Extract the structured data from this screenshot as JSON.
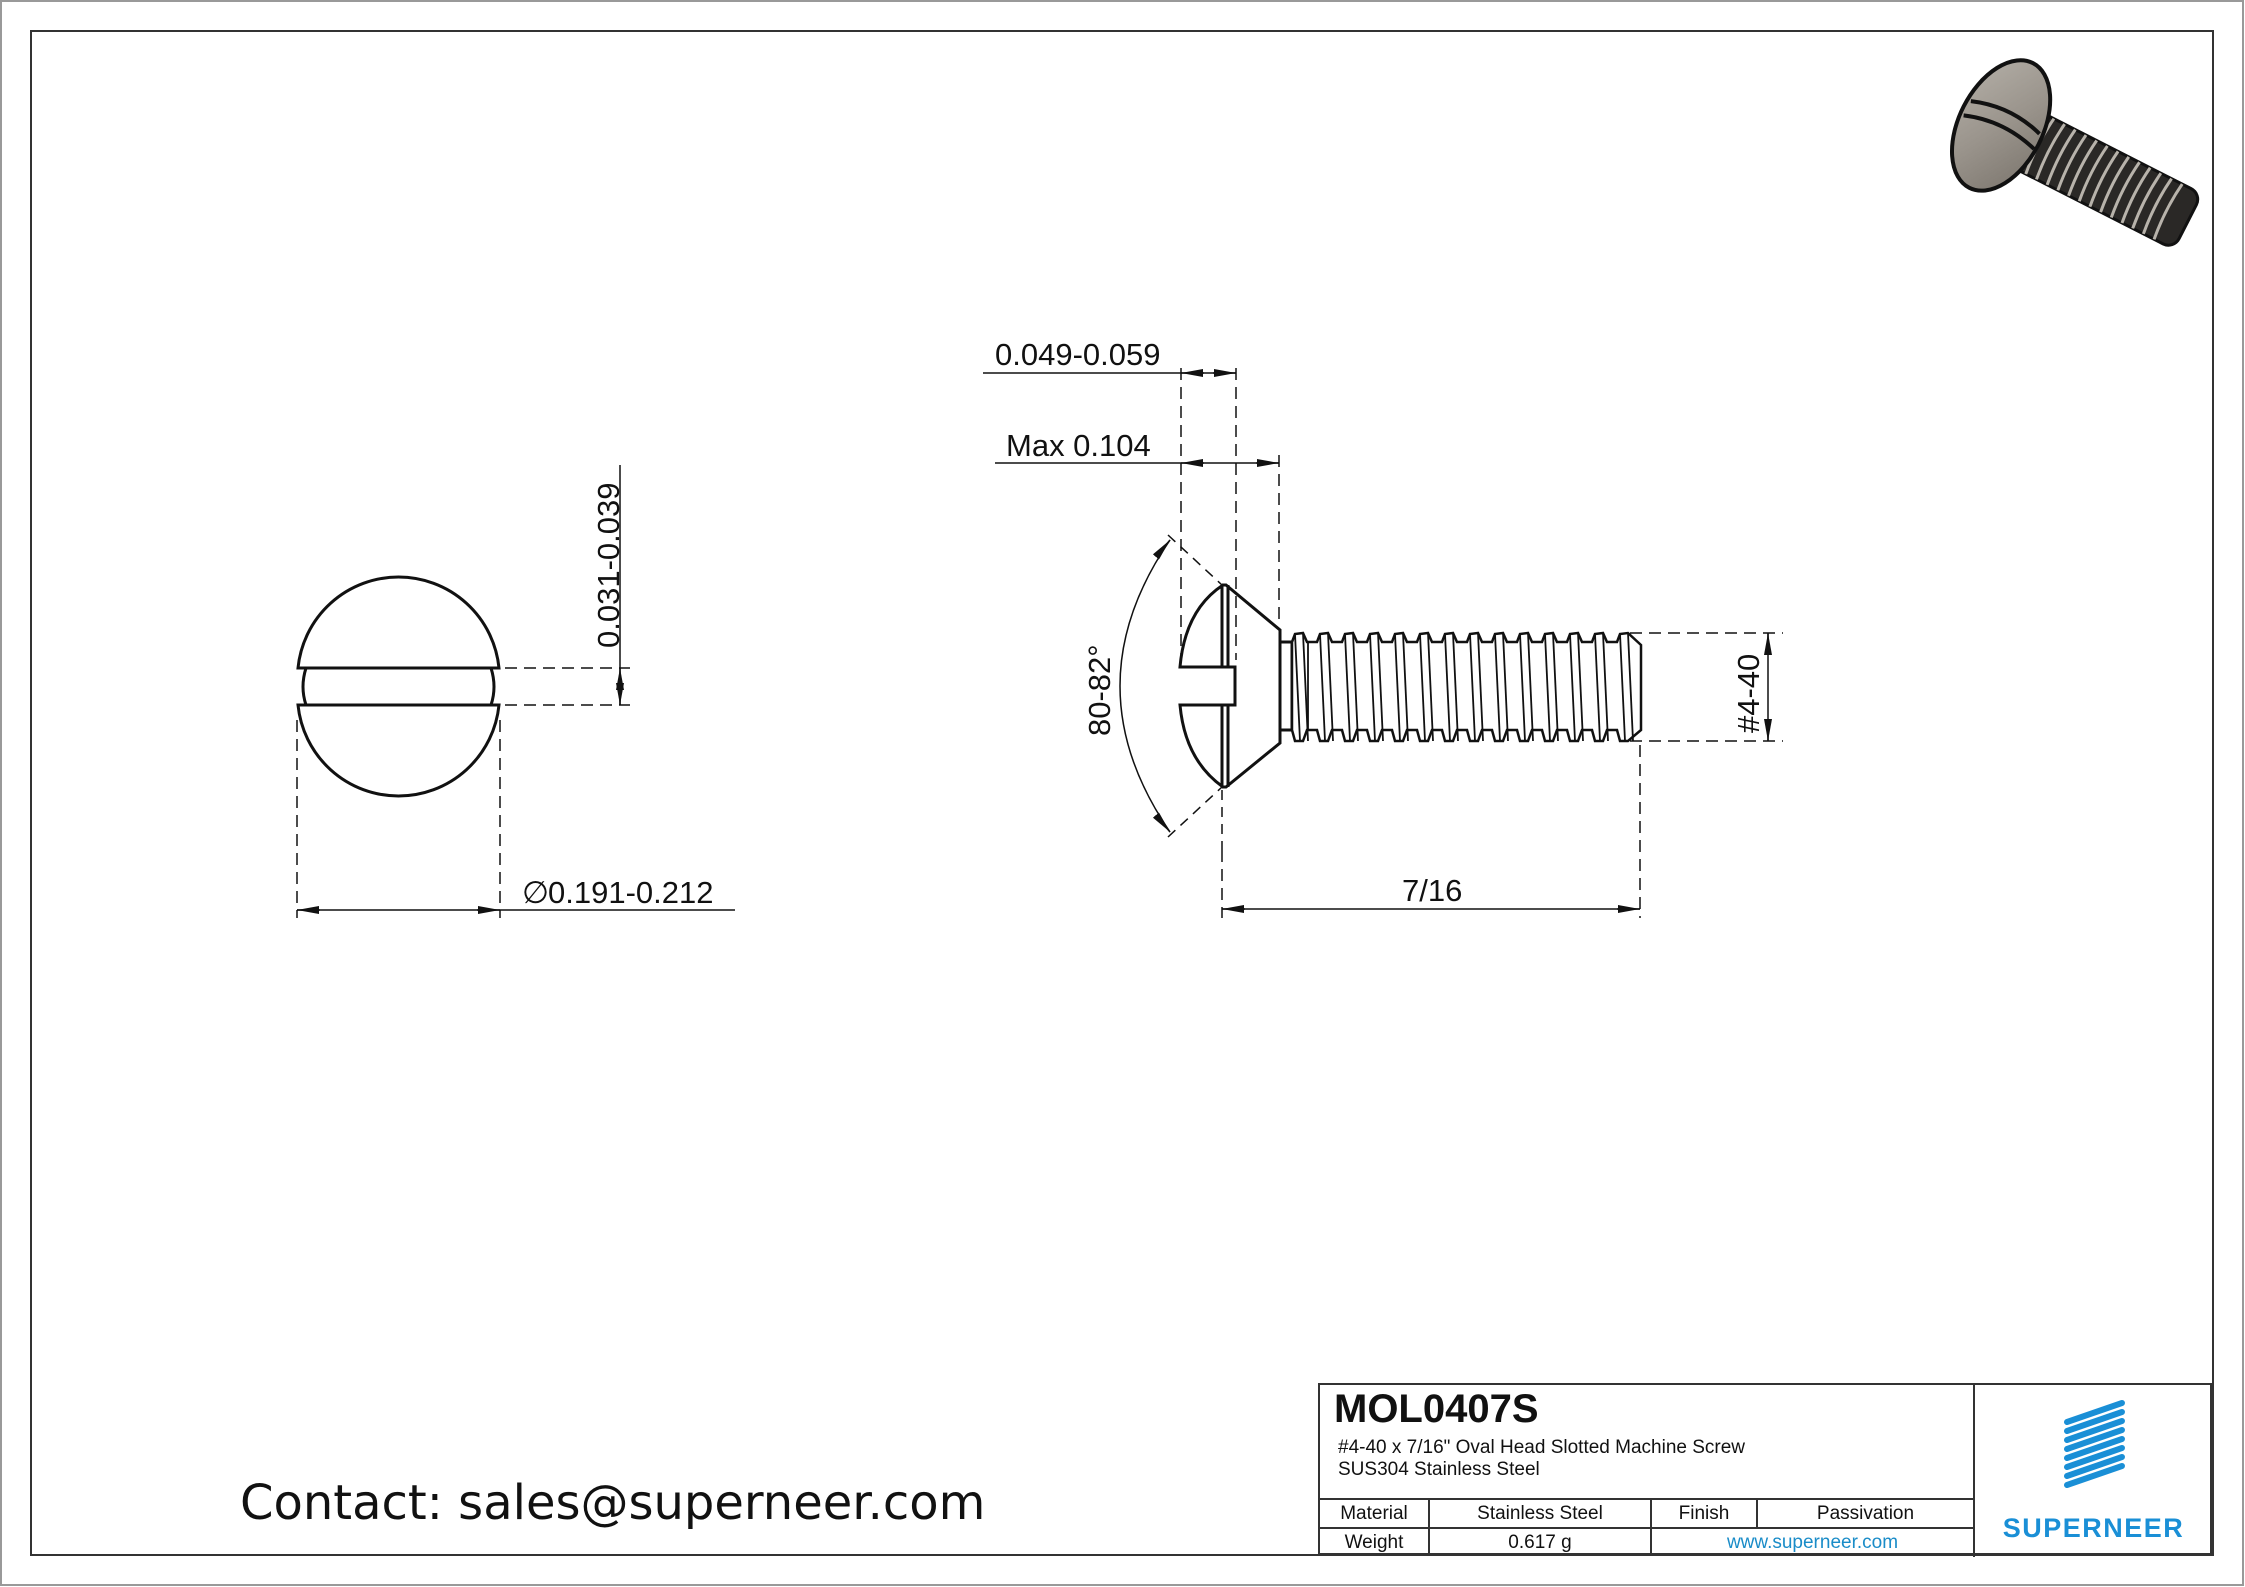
{
  "drawing": {
    "views": {
      "top_view": {
        "slot_width_dim": "0.031-0.039",
        "head_diameter_dim": "0.191-0.212",
        "diameter_symbol": "∅"
      },
      "side_view": {
        "head_height_dim": "0.049-0.059",
        "max_head_dim": "Max 0.104",
        "head_angle_dim": "80-82°",
        "thread_dim": "#4-40",
        "length_dim": "7/16"
      },
      "iso_view": {
        "label": "3D isometric render of oval head slotted screw"
      }
    }
  },
  "contact": {
    "text": "Contact: sales@superneer.com"
  },
  "title_block": {
    "part_number": "MOL0407S",
    "description_line1": "#4-40 x 7/16\" Oval Head Slotted Machine Screw",
    "description_line2": "SUS304 Stainless Steel",
    "material_label": "Material",
    "material_value": "Stainless Steel",
    "finish_label": "Finish",
    "finish_value": "Passivation",
    "weight_label": "Weight",
    "weight_value": "0.617 g",
    "website": "www.superneer.com",
    "brand": "SUPERNEER"
  },
  "colors": {
    "brand_blue": "#1a8fd6",
    "link_blue": "#1a8cc8",
    "line": "#111111",
    "border": "#333333"
  }
}
